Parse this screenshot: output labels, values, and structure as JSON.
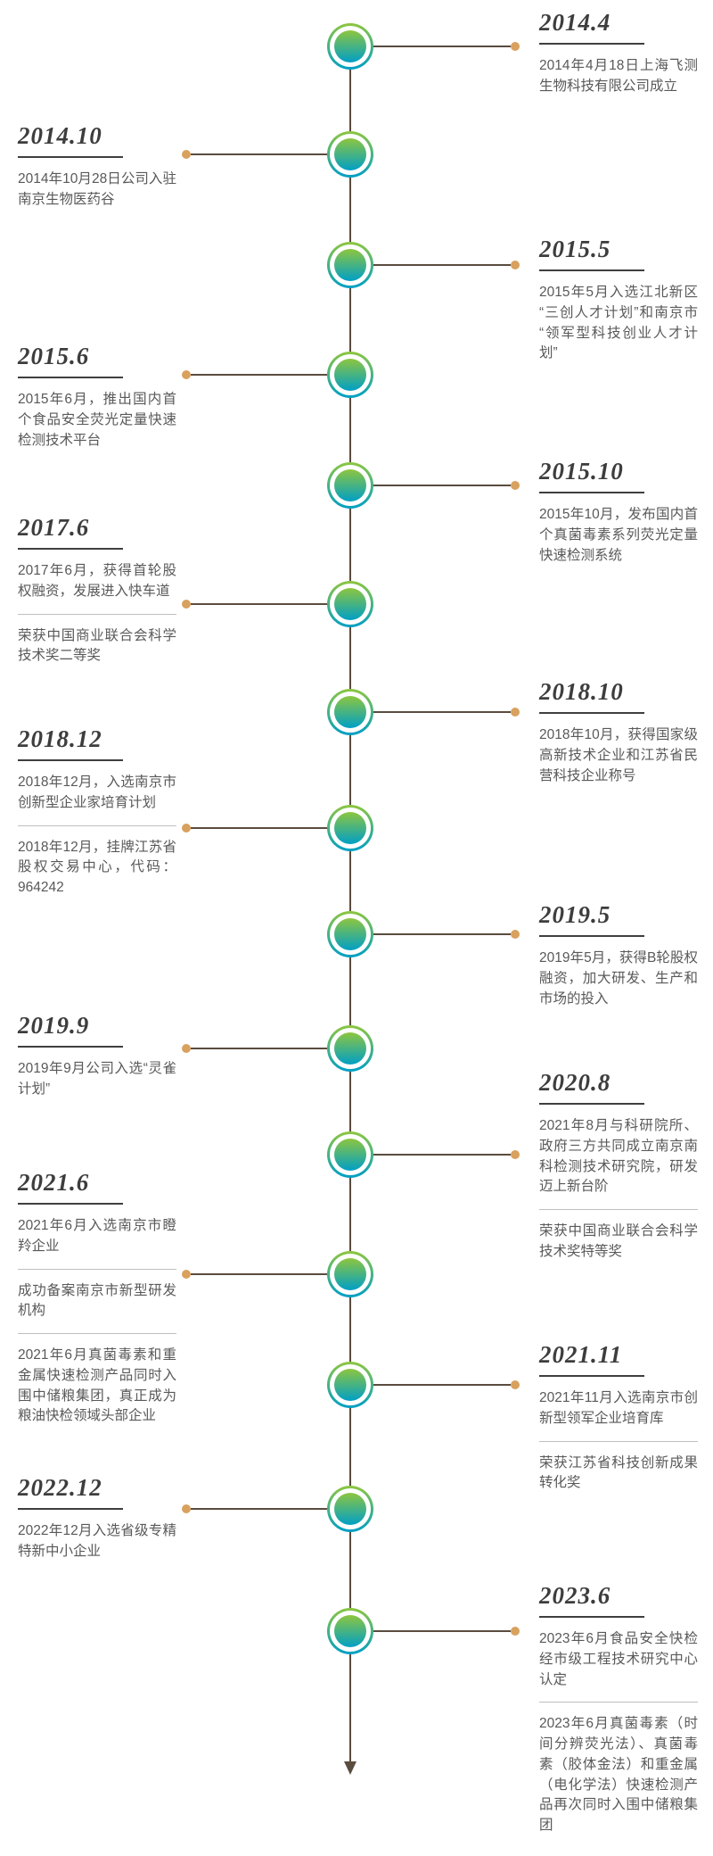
{
  "colors": {
    "node_green": "#8dc63f",
    "node_blue": "#009fc6",
    "axis_line": "#5a4c3f",
    "connector_dot": "#d9a15e",
    "date_text": "#3d3d3d",
    "body_text": "#595959",
    "divider": "#bfbfbf"
  },
  "timeline": {
    "entries": [
      {
        "side": "right",
        "date": "2014.4",
        "sections": [
          "2014年4月18日上海飞测生物科技有限公司成立"
        ]
      },
      {
        "side": "left",
        "date": "2014.10",
        "sections": [
          "2014年10月28日公司入驻南京生物医药谷"
        ]
      },
      {
        "side": "right",
        "date": "2015.5",
        "sections": [
          "2015年5月入选江北新区“三创人才计划”和南京市“领军型科技创业人才计划”"
        ]
      },
      {
        "side": "left",
        "date": "2015.6",
        "sections": [
          "2015年6月，推出国内首个食品安全荧光定量快速检测技术平台"
        ]
      },
      {
        "side": "right",
        "date": "2015.10",
        "sections": [
          "2015年10月，发布国内首个真菌毒素系列荧光定量快速检测系统"
        ]
      },
      {
        "side": "left",
        "date": "2017.6",
        "sections": [
          "2017年6月，获得首轮股权融资，发展进入快车道",
          "荣获中国商业联合会科学技术奖二等奖"
        ]
      },
      {
        "side": "right",
        "date": "2018.10",
        "sections": [
          "2018年10月，获得国家级高新技术企业和江苏省民营科技企业称号"
        ]
      },
      {
        "side": "left",
        "date": "2018.12",
        "sections": [
          "2018年12月，入选南京市创新型企业家培育计划",
          "2018年12月，挂牌江苏省股权交易中心，代码：964242"
        ]
      },
      {
        "side": "right",
        "date": "2019.5",
        "sections": [
          "2019年5月，获得B轮股权融资，加大研发、生产和市场的投入"
        ]
      },
      {
        "side": "left",
        "date": "2019.9",
        "sections": [
          "2019年9月公司入选“灵雀计划”"
        ]
      },
      {
        "side": "right",
        "date": "2020.8",
        "sections": [
          "2021年8月与科研院所、政府三方共同成立南京南科检测技术研究院，研发迈上新台阶",
          "荣获中国商业联合会科学技术奖特等奖"
        ]
      },
      {
        "side": "left",
        "date": "2021.6",
        "sections": [
          "2021年6月入选南京市瞪羚企业",
          "成功备案南京市新型研发机构",
          "2021年6月真菌毒素和重金属快速检测产品同时入围中储粮集团，真正成为粮油快检领域头部企业"
        ]
      },
      {
        "side": "right",
        "date": "2021.11",
        "sections": [
          "2021年11月入选南京市创新型领军企业培育库",
          "荣获江苏省科技创新成果转化奖"
        ]
      },
      {
        "side": "left",
        "date": "2022.12",
        "sections": [
          "2022年12月入选省级专精特新中小企业"
        ]
      },
      {
        "side": "right",
        "date": "2023.6",
        "sections": [
          "2023年6月食品安全快检经市级工程技术研究中心认定",
          "2023年6月真菌毒素（时间分辨荧光法）、真菌毒素（胶体金法）和重金属（电化学法）快速检测产品再次同时入围中储粮集团"
        ]
      }
    ]
  }
}
